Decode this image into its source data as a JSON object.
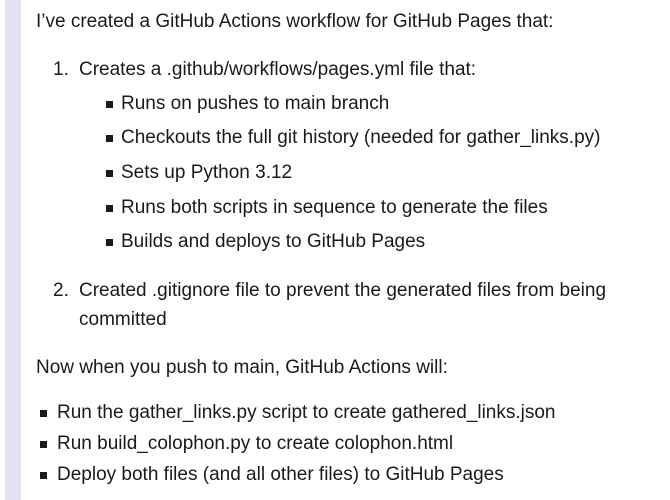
{
  "intro": "I’ve created a GitHub Actions workflow for GitHub Pages that:",
  "steps": [
    {
      "number": "1.",
      "text": "Creates a .github/workflows/pages.yml file that:",
      "subitems": [
        "Runs on pushes to main branch",
        "Checkouts the full git history (needed for gather_links.py)",
        "Sets up Python 3.12",
        "Runs both scripts in sequence to generate the files",
        "Builds and deploys to GitHub Pages"
      ]
    },
    {
      "number": "2.",
      "text_line1": "Created .gitignore file to prevent the generated files from being",
      "text_line2": "committed"
    }
  ],
  "summary": "Now when you push to main, GitHub Actions will:",
  "actions": [
    "Run the gather_links.py script to create gathered_links.json",
    "Run build_colophon.py to create colophon.html",
    "Deploy both files (and all other files) to GitHub Pages"
  ]
}
